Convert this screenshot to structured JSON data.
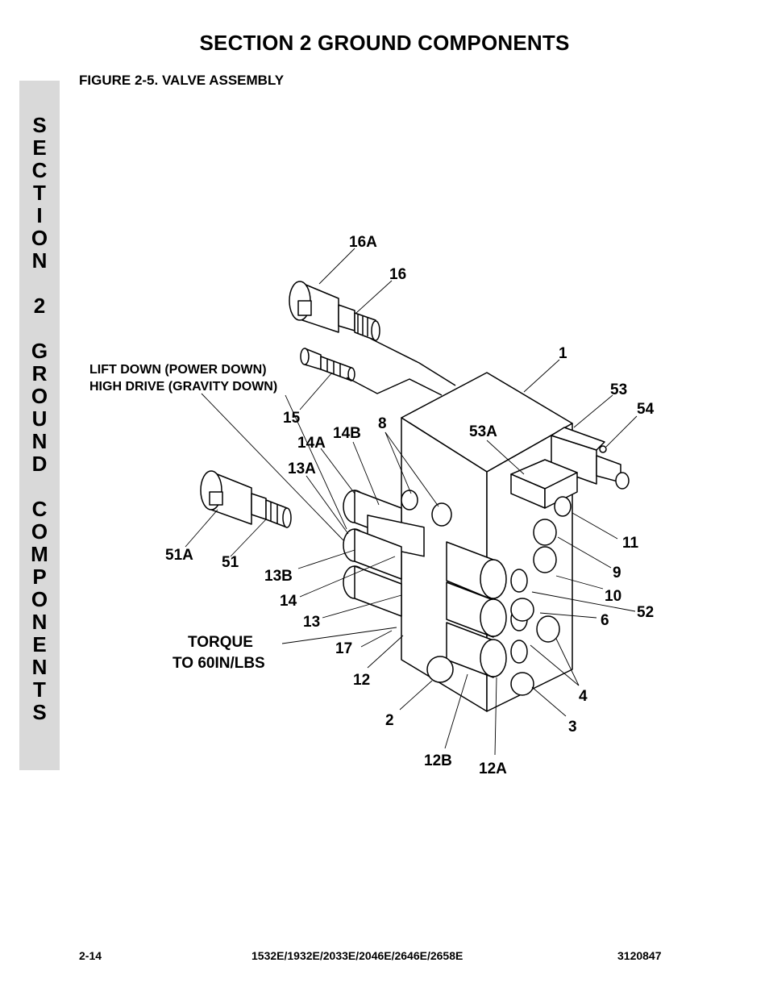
{
  "header": {
    "title": "SECTION 2   GROUND COMPONENTS"
  },
  "figure": {
    "title": "FIGURE 2-5.    VALVE ASSEMBLY"
  },
  "side_tab": {
    "letters": [
      "S",
      "E",
      "C",
      "T",
      "I",
      "O",
      "N",
      "",
      "2",
      "",
      "G",
      "R",
      "O",
      "U",
      "N",
      "D",
      "",
      "C",
      "O",
      "M",
      "P",
      "O",
      "N",
      "E",
      "N",
      "T",
      "S"
    ]
  },
  "diagram": {
    "notes": {
      "lift_down": "LIFT DOWN (POWER DOWN)",
      "high_drive": "HIGH DRIVE (GRAVITY DOWN)",
      "torque_1": "TORQUE",
      "torque_2": "TO 60IN/LBS"
    },
    "callouts": {
      "c16A": "16A",
      "c16": "16",
      "c1": "1",
      "c53": "53",
      "c54": "54",
      "c15": "15",
      "c14A": "14A",
      "c14B": "14B",
      "c8": "8",
      "c53A": "53A",
      "c13A": "13A",
      "c51A": "51A",
      "c51": "51",
      "c13B": "13B",
      "c14": "14",
      "c13": "13",
      "c17": "17",
      "c12": "12",
      "c2": "2",
      "c12B": "12B",
      "c12A": "12A",
      "c11": "11",
      "c9": "9",
      "c10": "10",
      "c52": "52",
      "c6": "6",
      "c4": "4",
      "c3": "3"
    }
  },
  "footer": {
    "page": "2-14",
    "models": "1532E/1932E/2033E/2046E/2646E/2658E",
    "doc_number": "3120847"
  }
}
